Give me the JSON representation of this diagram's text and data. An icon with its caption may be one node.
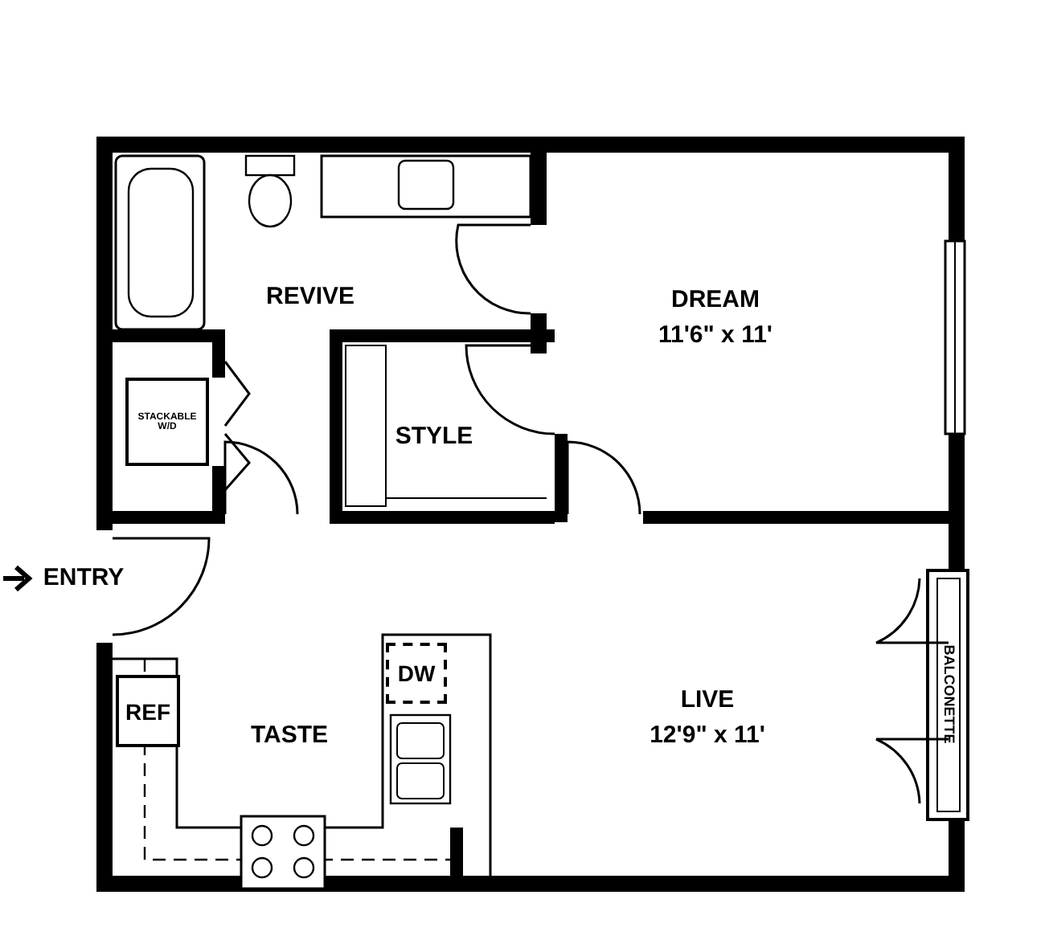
{
  "diagram": {
    "nodes": [
      {
        "text": [
          "STACKABLE W/D"
        ]
      },
      {
        "text": [
          "DW"
        ]
      },
      {
        "text": [
          "REF"
        ]
      }
    ],
    "labels": [
      "REVIVE",
      "DREAM",
      "11'6\" x 11'",
      "STYLE",
      "ENTRY",
      "TASTE",
      "LIVE",
      "12'9\" x 11'",
      "BALCONETTE"
    ]
  }
}
